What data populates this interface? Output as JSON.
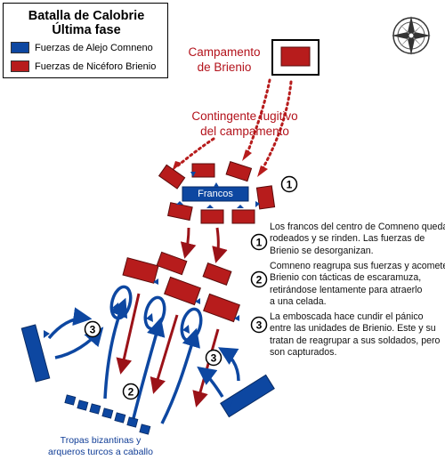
{
  "legend": {
    "title_line1": "Batalla de Calobrie",
    "title_line2": "Última fase",
    "items": [
      {
        "label": "Fuerzas de Alejo Comneno",
        "color": "#0d47a1"
      },
      {
        "label": "Fuerzas de Nicéforo Brienio",
        "color": "#b71c1c"
      }
    ]
  },
  "labels": {
    "camp_line1": "Campamento",
    "camp_line2": "de Brienio",
    "fugitive_line1": "Contingente fugitivo",
    "fugitive_line2": "del campamento",
    "franks": "Francos",
    "byzantine_line1": "Tropas bizantinas y",
    "byzantine_line2": "arqueros turcos a caballo"
  },
  "markers": [
    "1",
    "2",
    "3"
  ],
  "notes": [
    {
      "number": "1",
      "lines": [
        "Los francos del centro de Comneno quedan",
        "rodeados y se rinden. Las fuerzas de",
        "Brienio se desorganizan."
      ]
    },
    {
      "number": "2",
      "lines": [
        "Comneno reagrupa sus fuerzas y acomete",
        "Brienio con tácticas de escaramuza,",
        "retirándose lentamente para atraerlo",
        "a una celada."
      ]
    },
    {
      "number": "3",
      "lines": [
        "La emboscada hace cundir el pánico",
        "entre las unidades de Brienio. Este y su",
        "tratan de reagrupar a sus soldados, pero",
        "son capturados."
      ]
    }
  ],
  "colors": {
    "byzantine": "#0d47a1",
    "brienio": "#b71c1c",
    "label_red": "#b3121b",
    "label_blue": "#0f3c96"
  },
  "icons": [
    "compass-rose-icon"
  ]
}
